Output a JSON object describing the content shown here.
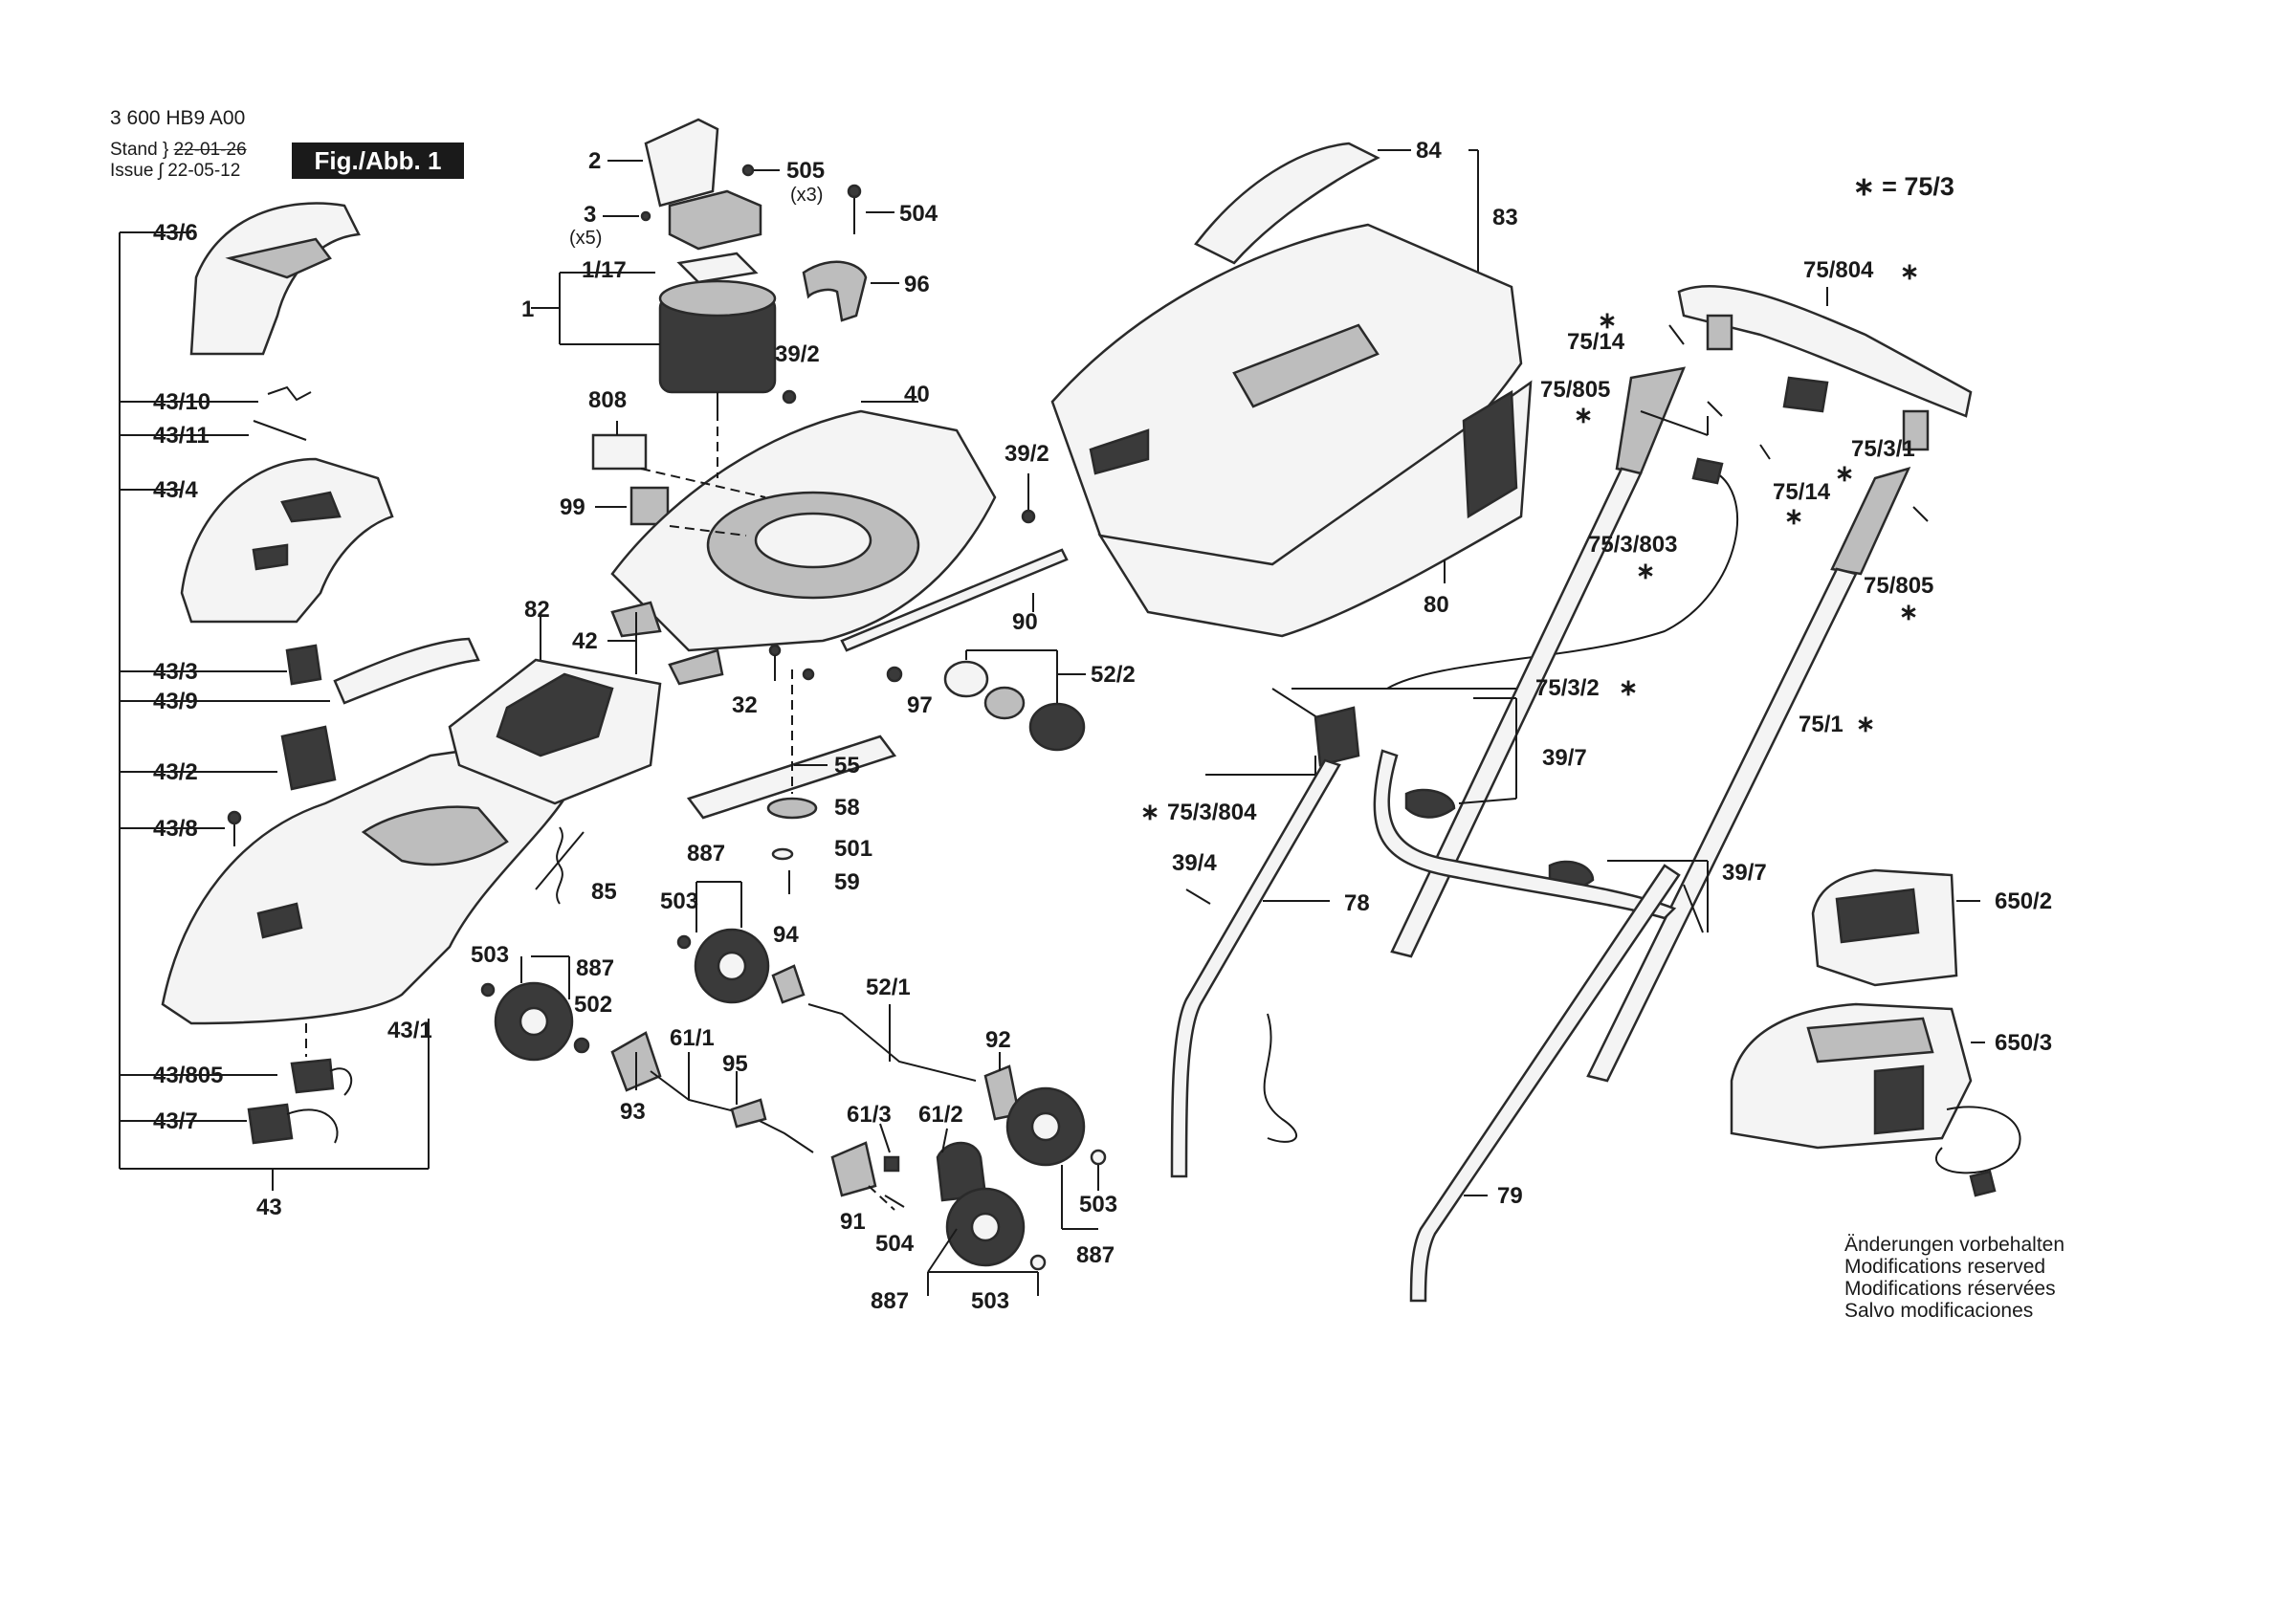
{
  "header": {
    "doc_number": "3 600 HB9 A00",
    "stand_label": "Stand",
    "stand_date": "22-01-26",
    "issue_label": "Issue",
    "issue_date": "22-05-12",
    "figure": "Fig./Abb. 1"
  },
  "legend": "∗ = 75/3",
  "notes": [
    "Änderungen vorbehalten",
    "Modifications reserved",
    "Modifications réservées",
    "Salvo modificaciones"
  ],
  "parts": {
    "p2": "2",
    "p505": "505",
    "p505q": "(x3)",
    "p504a": "504",
    "p3": "3",
    "p3q": "(x5)",
    "p117": "1/17",
    "p96": "96",
    "p1": "1",
    "p392a": "39/2",
    "p40": "40",
    "p808": "808",
    "p392b": "39/2",
    "p99": "99",
    "p82": "82",
    "p42": "42",
    "p90": "90",
    "p32": "32",
    "p97": "97",
    "p522": "52/2",
    "p55": "55",
    "p58": "58",
    "p501": "501",
    "p59": "59",
    "p887a": "887",
    "p503a": "503",
    "p94": "94",
    "p85": "85",
    "p503b": "503",
    "p887b": "887",
    "p502": "502",
    "p521": "52/1",
    "p611": "61/1",
    "p95": "95",
    "p92": "92",
    "p93": "93",
    "p613": "61/3",
    "p612": "61/2",
    "p91": "91",
    "p504b": "504",
    "p503c": "503",
    "p887c": "887",
    "p887d": "887",
    "p503d": "503",
    "p436": "43/6",
    "p4310": "43/10",
    "p4311": "43/11",
    "p434": "43/4",
    "p433": "43/3",
    "p439": "43/9",
    "p432": "43/2",
    "p438": "43/8",
    "p431": "43/1",
    "p43805": "43/805",
    "p437": "43/7",
    "p43": "43",
    "p84": "84",
    "p83": "83",
    "p80": "80",
    "p75804": "75/804",
    "p7514a": "75/14",
    "p75805a": "75/805",
    "p7531": "75/3/1",
    "p7514b": "75/14",
    "p753803": "75/3/803",
    "p75805b": "75/805",
    "p7532": "75/3/2",
    "p751": "75/1",
    "p397a": "39/7",
    "p753804": "75/3/804",
    "p394": "39/4",
    "p78": "78",
    "p397b": "39/7",
    "p79": "79",
    "p6502": "650/2",
    "p6503": "650/3",
    "star": "∗"
  }
}
